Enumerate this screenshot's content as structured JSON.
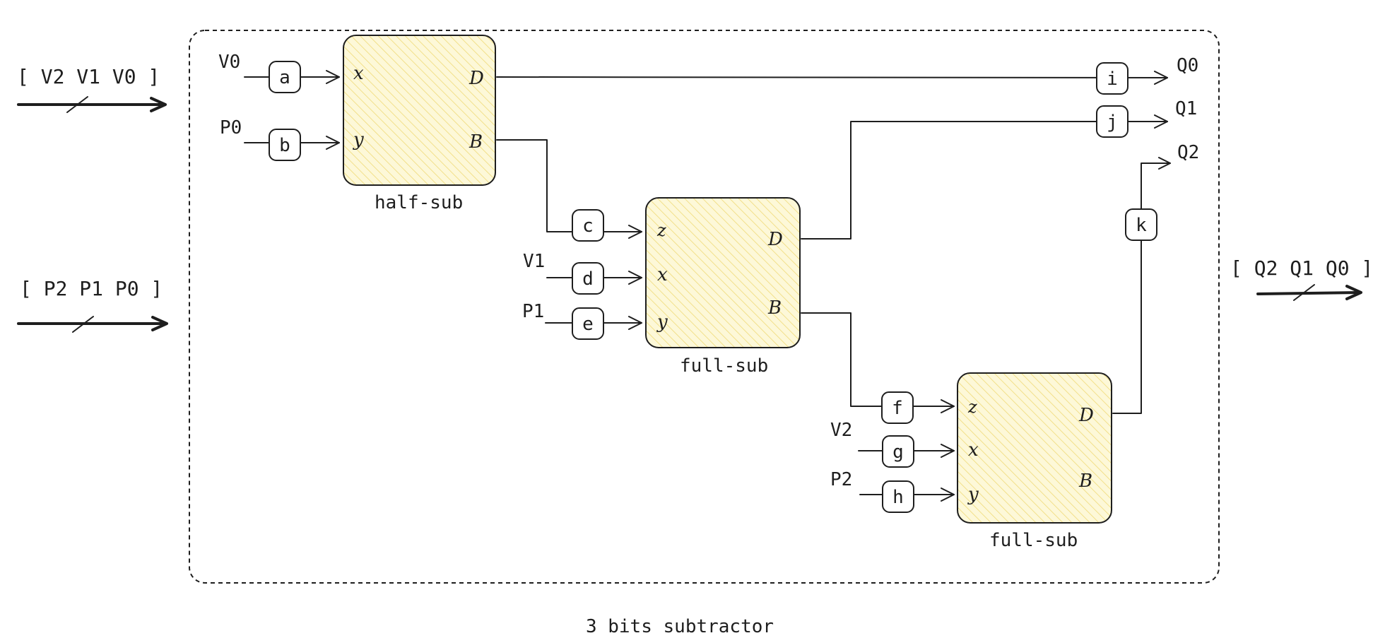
{
  "diagram": {
    "caption": "3 bits subtractor",
    "buses": {
      "input_v": "[ V2 V1 V0 ]",
      "input_p": "[ P2 P1 P0 ]",
      "output_q": "[ Q2 Q1 Q0 ]"
    },
    "signals": {
      "v0": "V0",
      "p0": "P0",
      "v1": "V1",
      "p1": "P1",
      "v2": "V2",
      "p2": "P2",
      "q0": "Q0",
      "q1": "Q1",
      "q2": "Q2"
    },
    "wire_tags": {
      "a": "a",
      "b": "b",
      "c": "c",
      "d": "d",
      "e": "e",
      "f": "f",
      "g": "g",
      "h": "h",
      "i": "i",
      "j": "j",
      "k": "k"
    },
    "blocks": [
      {
        "label": "half-sub",
        "ports_in": [
          "x",
          "y"
        ],
        "ports_out": [
          "D",
          "B"
        ]
      },
      {
        "label": "full-sub",
        "ports_in": [
          "z",
          "x",
          "y"
        ],
        "ports_out": [
          "D",
          "B"
        ]
      },
      {
        "label": "full-sub",
        "ports_in": [
          "z",
          "x",
          "y"
        ],
        "ports_out": [
          "D",
          "B"
        ]
      }
    ],
    "colors": {
      "stroke": "#1e1e1e",
      "block_fill": "#fdf8d8",
      "block_hatch": "#f2e08a",
      "background": "#ffffff"
    }
  }
}
